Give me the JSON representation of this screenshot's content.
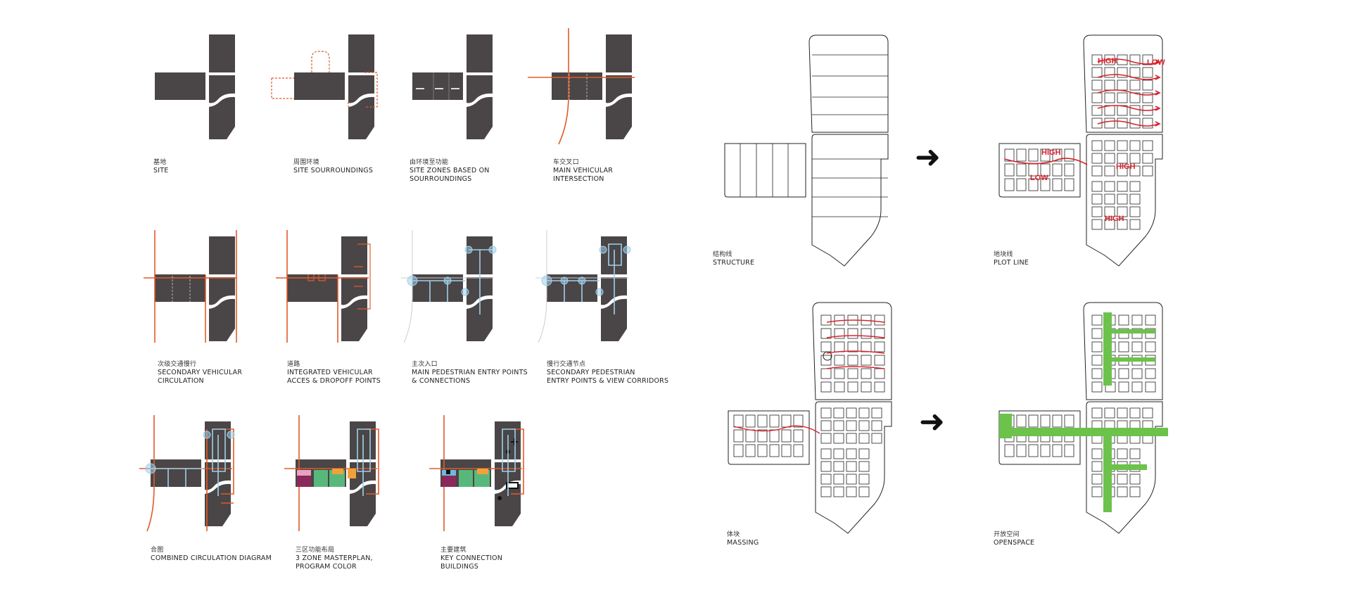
{
  "colors": {
    "block": "#4a4546",
    "road": "#e05a2b",
    "pedestrian": "#9fd0ea",
    "highlight_red": "#d8202a",
    "openspace_green": "#6cc24a",
    "program_purple": "#8a2a5a",
    "program_green": "#58b87c",
    "program_orange": "#f0a23a",
    "program_blue": "#6fb9df"
  },
  "left_panels": [
    {
      "zh": "基地",
      "en": "SITE"
    },
    {
      "zh": "周围环境",
      "en": "SITE SOURROUNDINGS"
    },
    {
      "zh": "由环境至功能",
      "en": "SITE ZONES BASED ON\nSOURROUNDINGS"
    },
    {
      "zh": "车交叉口",
      "en": "MAIN VEHICULAR\nINTERSECTION"
    },
    {
      "zh": "次级交通慢行",
      "en": "SECONDARY VEHICULAR\nCIRCULATION"
    },
    {
      "zh": "道路",
      "en": "INTEGRATED VEHICULAR\nACCES & DROPOFF POINTS"
    },
    {
      "zh": "主次入口",
      "en": "MAIN PEDESTRIAN ENTRY POINTS\n& CONNECTIONS"
    },
    {
      "zh": "慢行交通节点",
      "en": "SECONDARY PEDESTRIAN\nENTRY POINTS & VIEW CORRIDORS"
    },
    {
      "zh": "合图",
      "en": "COMBINED CIRCULATION DIAGRAM"
    },
    {
      "zh": "三区功能布局",
      "en": "3 ZONE MASTERPLAN,\nPROGRAM COLOR"
    },
    {
      "zh": "主要建筑",
      "en": "KEY CONNECTION\nBUILDINGS"
    }
  ],
  "right_panels": [
    {
      "zh": "结构线",
      "en": "STRUCTURE"
    },
    {
      "zh": "地块线",
      "en": "PLOT LINE"
    },
    {
      "zh": "体块",
      "en": "MASSING"
    },
    {
      "zh": "开放空间",
      "en": "OPENSPACE"
    }
  ],
  "plot_labels": {
    "high": "HIGH",
    "low": "LOW"
  },
  "arrow_glyph": "➜"
}
